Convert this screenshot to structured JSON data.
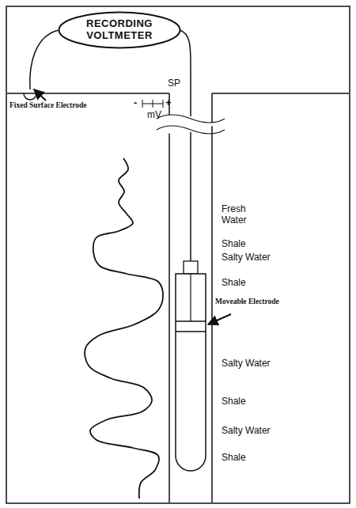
{
  "diagram": {
    "nodes": [
      {
        "text": [
          "RECORDING VOLTMETER"
        ]
      }
    ],
    "labels": [
      "Fixed Surface Electrode",
      "SP",
      "-",
      "+",
      "mV",
      "Fresh Water",
      "Shale",
      "Salty Water",
      "Shale",
      "Moveable Electrode",
      "Salty Water",
      "Shale",
      "Salty Water",
      "Shale"
    ]
  }
}
